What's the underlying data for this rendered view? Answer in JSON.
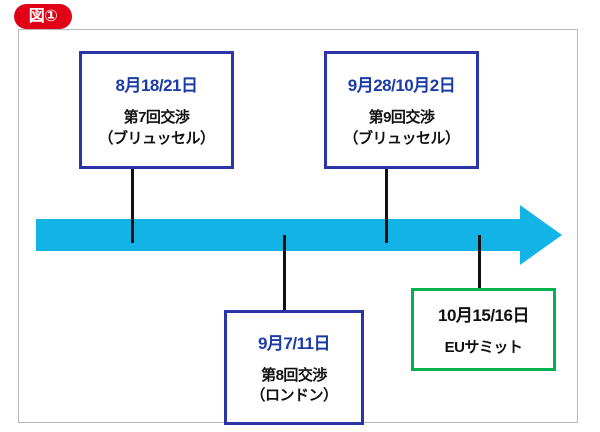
{
  "figure": {
    "badge_label": "図①",
    "badge_color": "#e10016",
    "frame_border_color": "#b9b9b9"
  },
  "timeline": {
    "axis_label": "timeline-arrow",
    "arrow_color": "#11b4e4",
    "direction": "left-to-right",
    "connector_color": "#111111"
  },
  "palette": {
    "date_blue": "#1b3ca6",
    "box_blue": "#2b35a8",
    "box_green": "#00b14f",
    "text_black": "#111111"
  },
  "events": [
    {
      "id": "round-7",
      "date": "8月18/21日",
      "title": "第7回交渉",
      "location": "（ブリュッセル）",
      "position": "above",
      "accent": "#2b35a8",
      "date_color": "#1b3ca6"
    },
    {
      "id": "round-9",
      "date": "9月28/10月2日",
      "title": "第9回交渉",
      "location": "（ブリュッセル）",
      "position": "above",
      "accent": "#2b35a8",
      "date_color": "#1b3ca6"
    },
    {
      "id": "round-8",
      "date": "9月7/11日",
      "title": "第8回交渉",
      "location": "（ロンドン）",
      "position": "below",
      "accent": "#2b35a8",
      "date_color": "#1b3ca6"
    },
    {
      "id": "eu-summit",
      "date": "10月15/16日",
      "title": "EUサミット",
      "location": "",
      "position": "below",
      "accent": "#00b14f",
      "date_color": "#111111"
    }
  ]
}
